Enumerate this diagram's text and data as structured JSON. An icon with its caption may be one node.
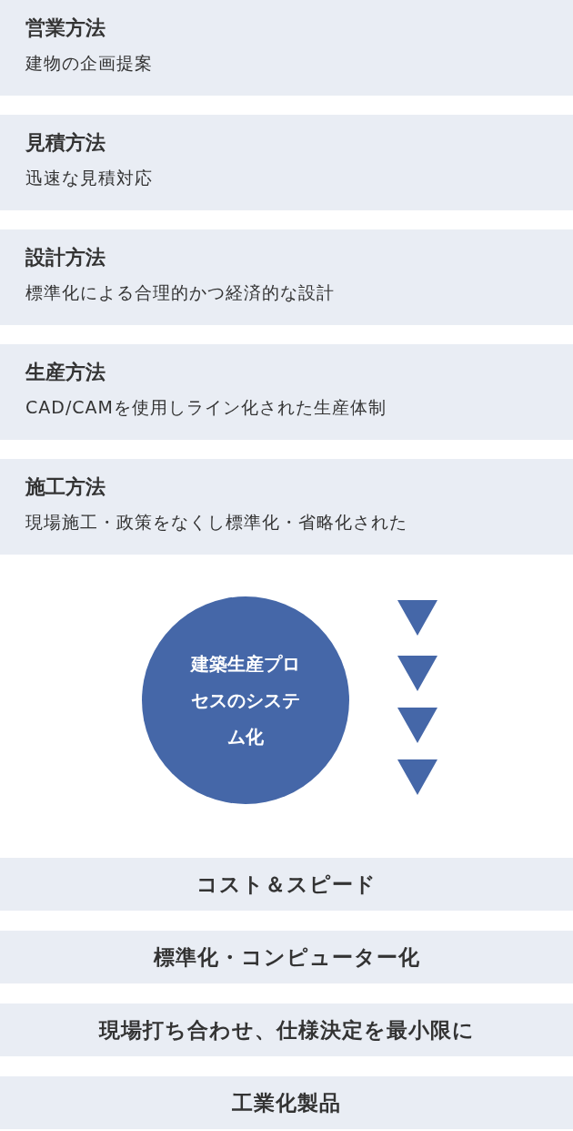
{
  "diagram": {
    "nodes": [
      {
        "text": [
          "営業方法",
          "建物の企画提案"
        ]
      },
      {
        "text": [
          "見積方法",
          "迅速な見積対応"
        ]
      },
      {
        "text": [
          "設計方法",
          "標準化による合理的かつ経済的な設計"
        ]
      },
      {
        "text": [
          "生産方法",
          "CAD/CAMを使用しライン化された生産体制"
        ]
      },
      {
        "text": [
          "施工方法",
          "現場施工・政策をなくし標準化・省略化された"
        ]
      },
      {
        "text": [
          "建築生産プロセスのシステム化"
        ]
      },
      {
        "text": [
          "コスト＆スピード"
        ]
      },
      {
        "text": [
          "標準化・コンピューター化"
        ]
      },
      {
        "text": [
          "現場打ち合わせ、仕様決定を最小限に"
        ]
      },
      {
        "text": [
          "工業化製品"
        ]
      }
    ]
  }
}
